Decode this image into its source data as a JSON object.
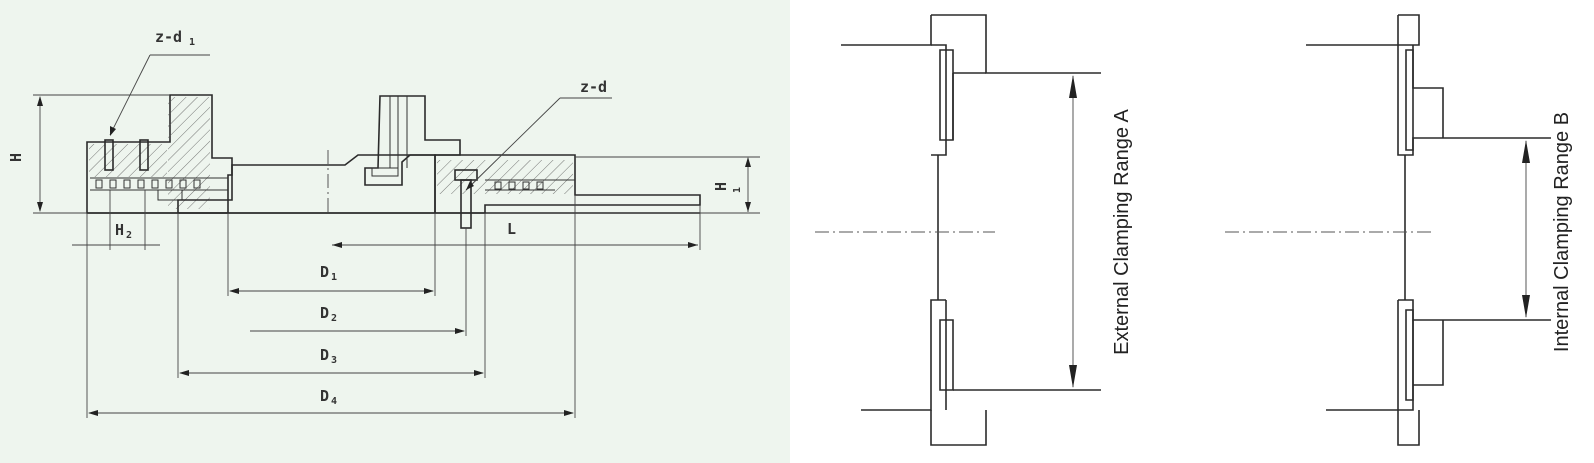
{
  "drawing_left": {
    "labels": {
      "H": "H",
      "H1_main": "H",
      "H1_sub": "1",
      "H2_main": "H",
      "H2_sub": "2",
      "L": "L",
      "D1_main": "D",
      "D1_sub": "1",
      "D2_main": "D",
      "D2_sub": "2",
      "D3_main": "D",
      "D3_sub": "3",
      "D4_main": "D",
      "D4_sub": "4",
      "zd1_main": "z-d",
      "zd1_sub": "1",
      "zd": "z-d"
    }
  },
  "drawing_external": {
    "label": "External Clamping Range A"
  },
  "drawing_internal": {
    "label": "Internal Clamping Range B"
  }
}
